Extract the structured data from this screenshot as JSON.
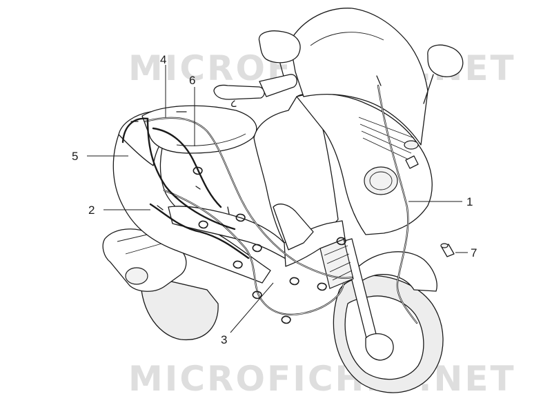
{
  "watermarks": {
    "top": "MICROFICHES.NET",
    "bottom": "MICROFICHES.NET"
  },
  "callouts": [
    {
      "id": "1",
      "label": "1"
    },
    {
      "id": "2",
      "label": "2"
    },
    {
      "id": "3",
      "label": "3"
    },
    {
      "id": "4",
      "label": "4"
    },
    {
      "id": "5",
      "label": "5"
    },
    {
      "id": "6",
      "label": "6"
    },
    {
      "id": "7",
      "label": "7"
    }
  ],
  "colors": {
    "line": "#1a1a1a",
    "watermark": "#dedede",
    "background": "#ffffff"
  }
}
